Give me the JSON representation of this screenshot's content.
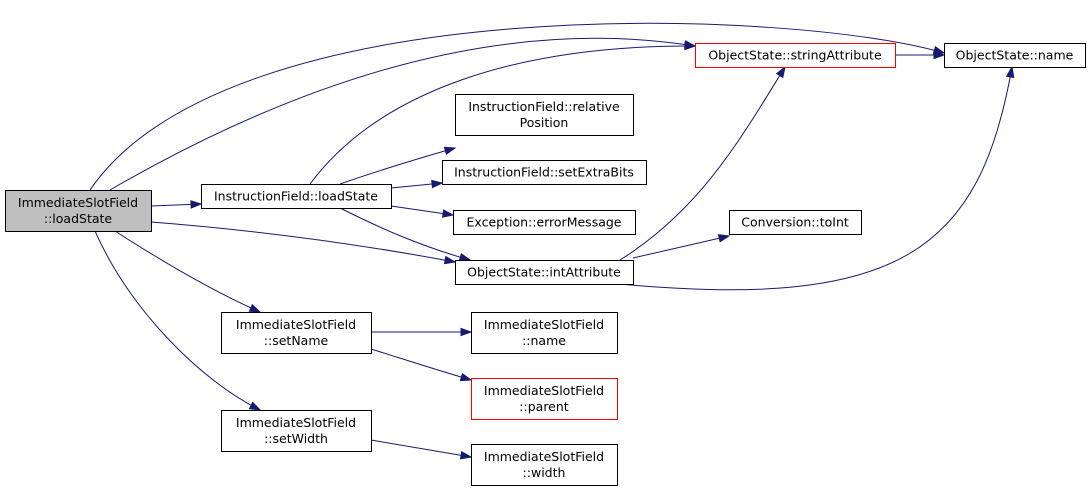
{
  "colors": {
    "edge": "#191970",
    "root_fill": "#bfbfbf",
    "node_fill": "#ffffff",
    "node_border": "#000000",
    "highlight_border": "#ff0000"
  },
  "nodes": [
    {
      "id": "root",
      "lines": [
        "ImmediateSlotField",
        "::loadState"
      ],
      "style": "root"
    },
    {
      "id": "if_loadstate",
      "lines": [
        "InstructionField::loadState"
      ],
      "style": "normal"
    },
    {
      "id": "os_stringattribute",
      "lines": [
        "ObjectState::stringAttribute"
      ],
      "style": "red"
    },
    {
      "id": "os_name",
      "lines": [
        "ObjectState::name"
      ],
      "style": "normal"
    },
    {
      "id": "if_relative",
      "lines": [
        "InstructionField::relative",
        "Position"
      ],
      "style": "normal"
    },
    {
      "id": "if_setextrabits",
      "lines": [
        "InstructionField::setExtraBits"
      ],
      "style": "normal"
    },
    {
      "id": "ex_errormessage",
      "lines": [
        "Exception::errorMessage"
      ],
      "style": "normal"
    },
    {
      "id": "conv_toint",
      "lines": [
        "Conversion::toInt"
      ],
      "style": "normal"
    },
    {
      "id": "os_intattribute",
      "lines": [
        "ObjectState::intAttribute"
      ],
      "style": "normal"
    },
    {
      "id": "isf_setname",
      "lines": [
        "ImmediateSlotField",
        "::setName"
      ],
      "style": "normal"
    },
    {
      "id": "isf_name",
      "lines": [
        "ImmediateSlotField",
        "::name"
      ],
      "style": "normal"
    },
    {
      "id": "isf_parent",
      "lines": [
        "ImmediateSlotField",
        "::parent"
      ],
      "style": "red"
    },
    {
      "id": "isf_setwidth",
      "lines": [
        "ImmediateSlotField",
        "::setWidth"
      ],
      "style": "normal"
    },
    {
      "id": "isf_width",
      "lines": [
        "ImmediateSlotField",
        "::width"
      ],
      "style": "normal"
    }
  ],
  "edges": [
    {
      "from": "root",
      "to": "os_name"
    },
    {
      "from": "root",
      "to": "os_stringattribute"
    },
    {
      "from": "root",
      "to": "if_loadstate"
    },
    {
      "from": "root",
      "to": "os_intattribute"
    },
    {
      "from": "root",
      "to": "isf_setname"
    },
    {
      "from": "root",
      "to": "isf_setwidth"
    },
    {
      "from": "if_loadstate",
      "to": "os_stringattribute"
    },
    {
      "from": "if_loadstate",
      "to": "if_relative"
    },
    {
      "from": "if_loadstate",
      "to": "if_setextrabits"
    },
    {
      "from": "if_loadstate",
      "to": "ex_errormessage"
    },
    {
      "from": "if_loadstate",
      "to": "os_intattribute"
    },
    {
      "from": "os_stringattribute",
      "to": "os_name"
    },
    {
      "from": "os_intattribute",
      "to": "os_stringattribute"
    },
    {
      "from": "os_intattribute",
      "to": "conv_toint"
    },
    {
      "from": "os_intattribute",
      "to": "os_name"
    },
    {
      "from": "isf_setname",
      "to": "isf_name"
    },
    {
      "from": "isf_setname",
      "to": "isf_parent"
    },
    {
      "from": "isf_setwidth",
      "to": "isf_width"
    }
  ]
}
